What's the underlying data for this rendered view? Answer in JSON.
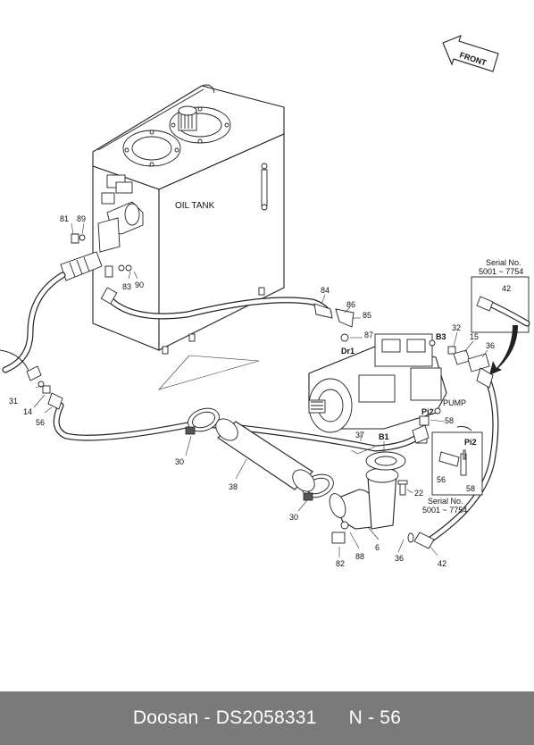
{
  "diagram": {
    "front_label": "FRONT",
    "oil_tank_label": "OIL TANK",
    "pump_label": "PUMP",
    "port_labels": [
      "Dr1",
      "B3",
      "Pi2",
      "B1",
      "Pi2"
    ],
    "serial_box_top": {
      "line1": "Serial No.",
      "line2": "5001 ~ 7754"
    },
    "serial_box_bottom": {
      "line1": "Serial No.",
      "line2": "5001 ~ 7754"
    },
    "callouts": [
      "81",
      "89",
      "83",
      "90",
      "84",
      "86",
      "85",
      "87",
      "42",
      "32",
      "15",
      "36",
      "58",
      "56",
      "58",
      "37",
      "22",
      "31",
      "14",
      "56",
      "30",
      "38",
      "30",
      "6",
      "36",
      "42",
      "82",
      "88"
    ]
  },
  "footer": {
    "text": "Doosan - DS2058331      N - 56"
  }
}
